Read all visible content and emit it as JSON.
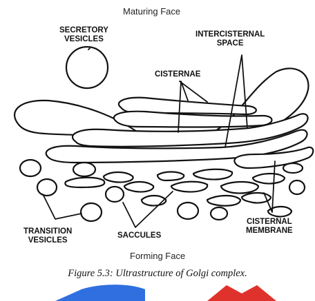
{
  "diagram": {
    "faces": {
      "top": "Maturing Face",
      "bottom": "Forming Face"
    },
    "labels": {
      "secretory_vesicles": [
        "SECRETORY",
        "VESICLES"
      ],
      "intercisternal_space": [
        "INTERCISTERNAL",
        "SPACE"
      ],
      "cisternae": "CISTERNAE",
      "transition_vesicles": [
        "TRANSITION",
        "VESICLES"
      ],
      "saccules": "SACCULES",
      "cisternal_membrane": [
        "CISTERNAL",
        "MEMBRANE"
      ]
    },
    "caption": "Figure 5.3: Ultrastructure of Golgi complex.",
    "banner_colors": {
      "blue": "#2f6fe0",
      "red": "#e0322c"
    }
  }
}
